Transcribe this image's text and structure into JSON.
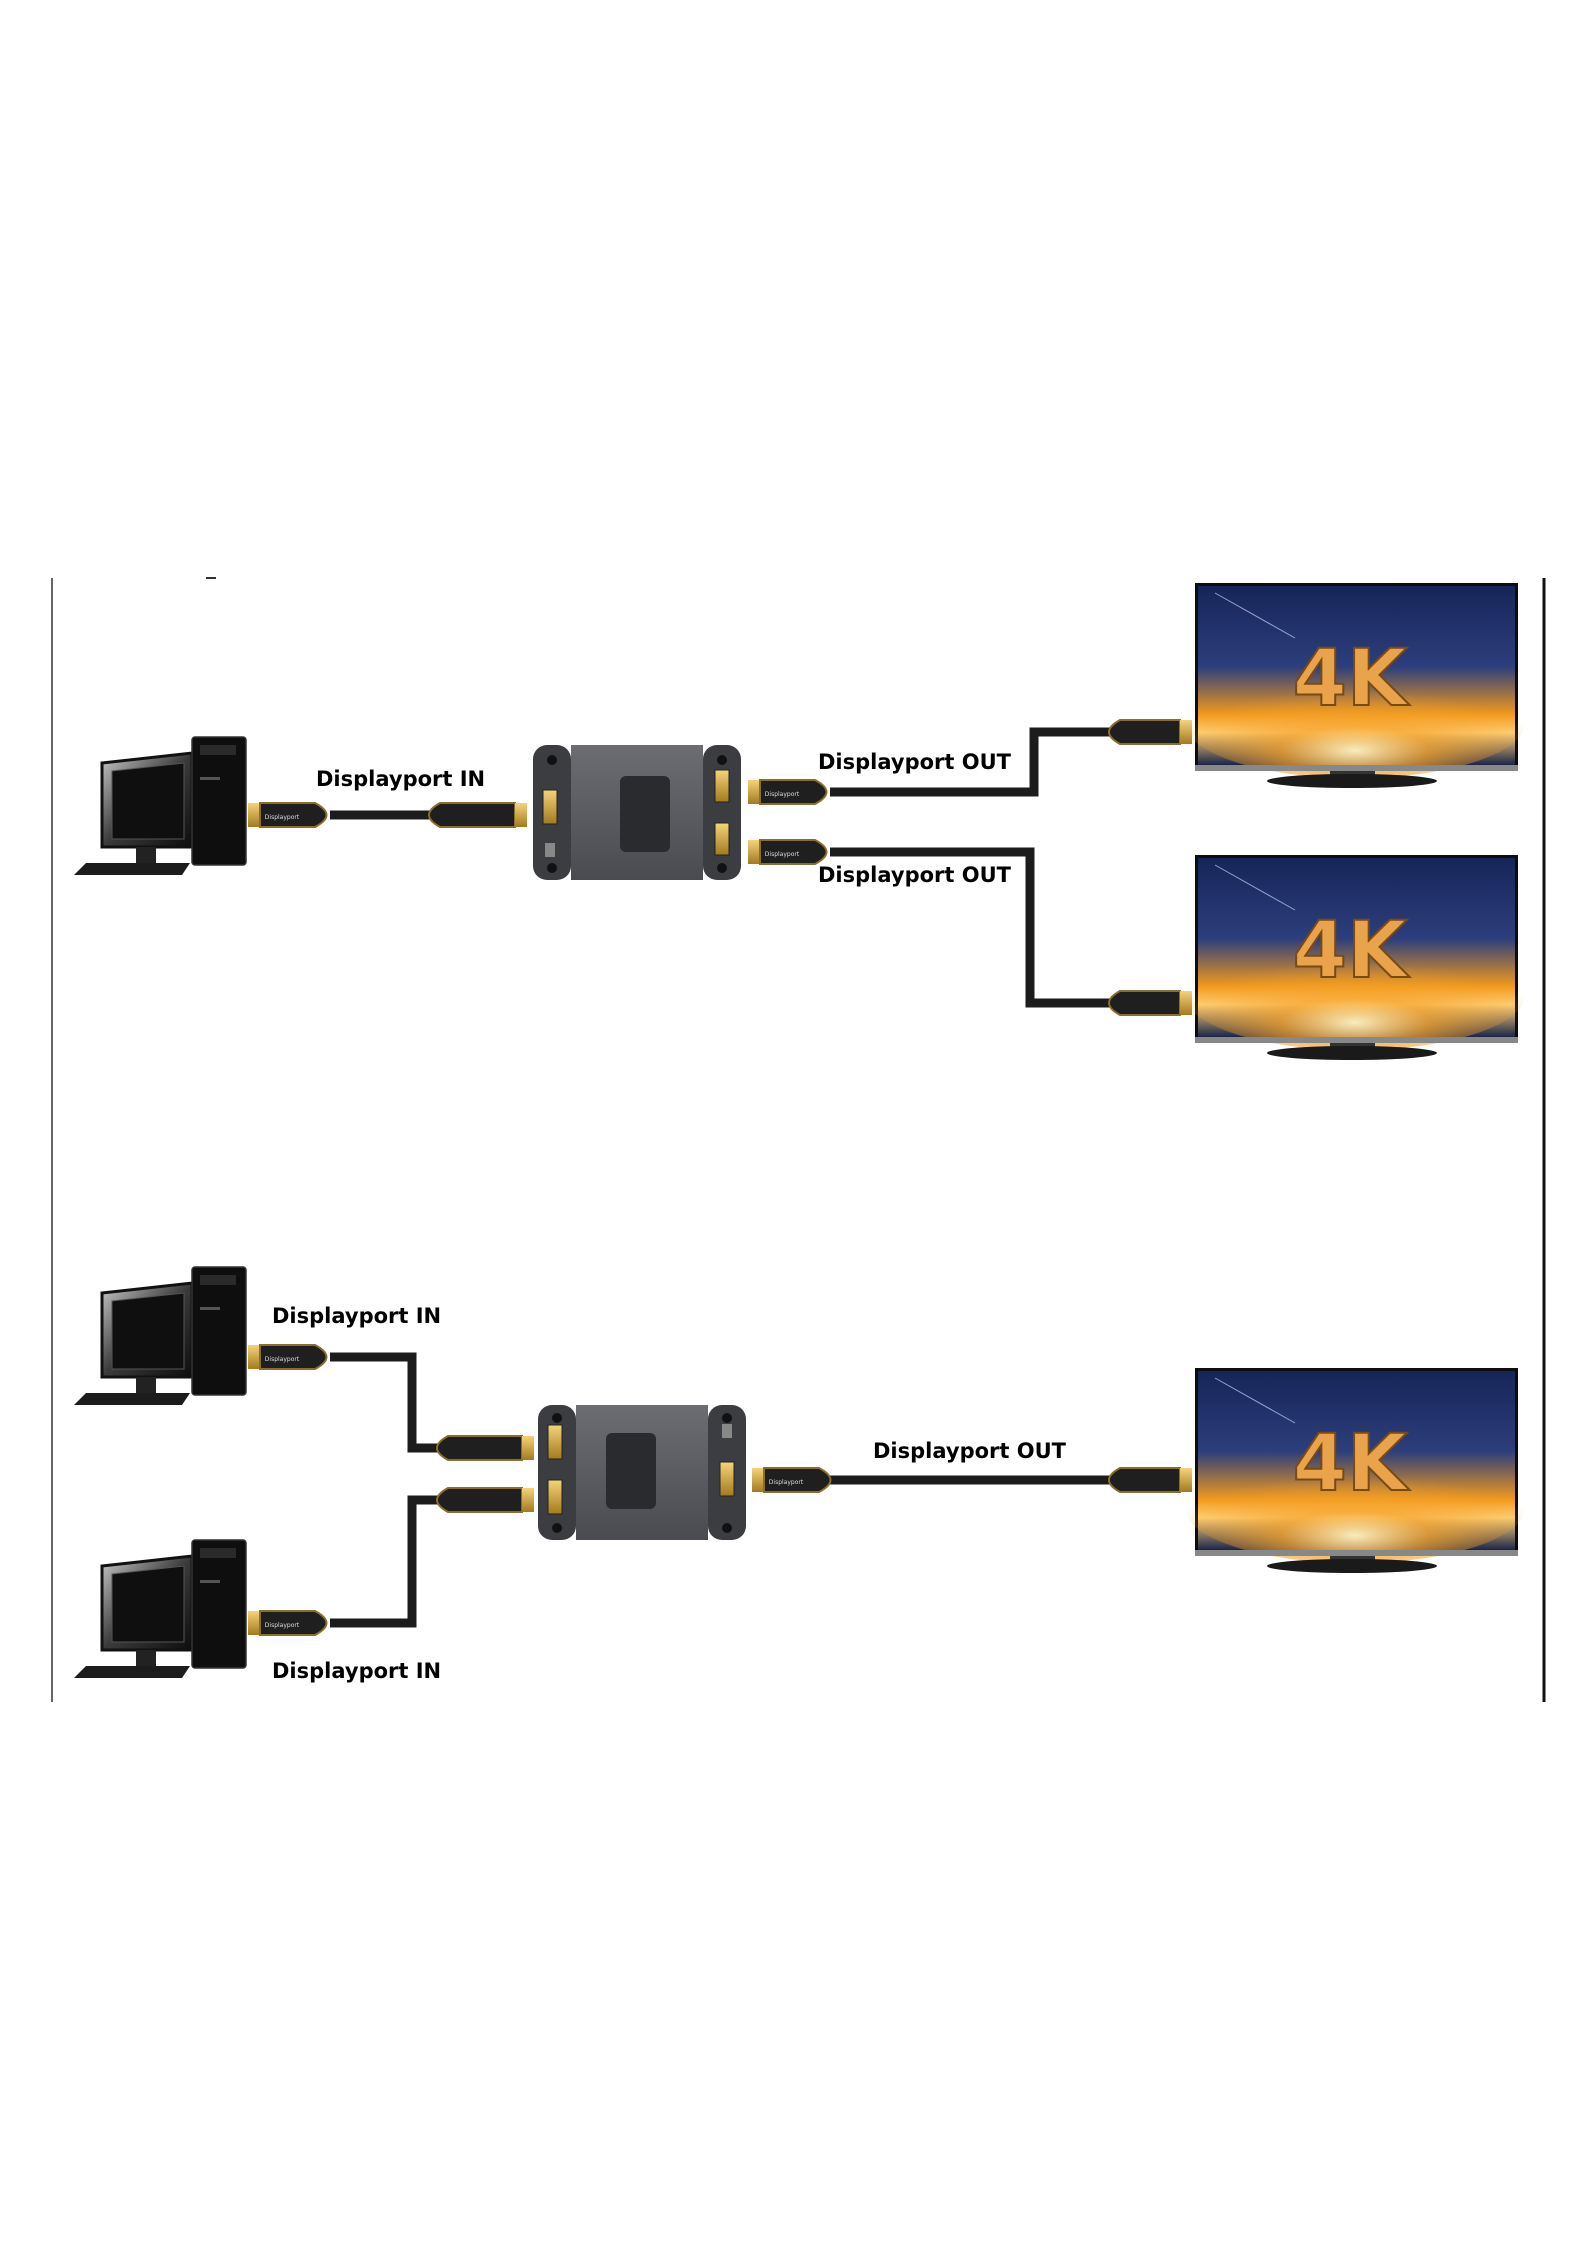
{
  "diagram_1": {
    "label_in": "Displayport IN",
    "label_out_top": "Displayport OUT",
    "label_out_bottom": "Displayport OUT",
    "tv_badge": "4K"
  },
  "diagram_2": {
    "label_in_top": "Displayport IN",
    "label_in_bottom": "Displayport IN",
    "label_out": "Displayport OUT",
    "tv_badge": "4K"
  },
  "plug_text": "Displayport",
  "colors": {
    "cable": "#1c1c1c",
    "device_body": "#5c5d61",
    "device_panel": "#2a2b2e",
    "connector_gold": "#d2a63c",
    "screen_sky": "#1a2b62",
    "screen_glow": "#f39a1d",
    "badge": "#e9a34a"
  }
}
